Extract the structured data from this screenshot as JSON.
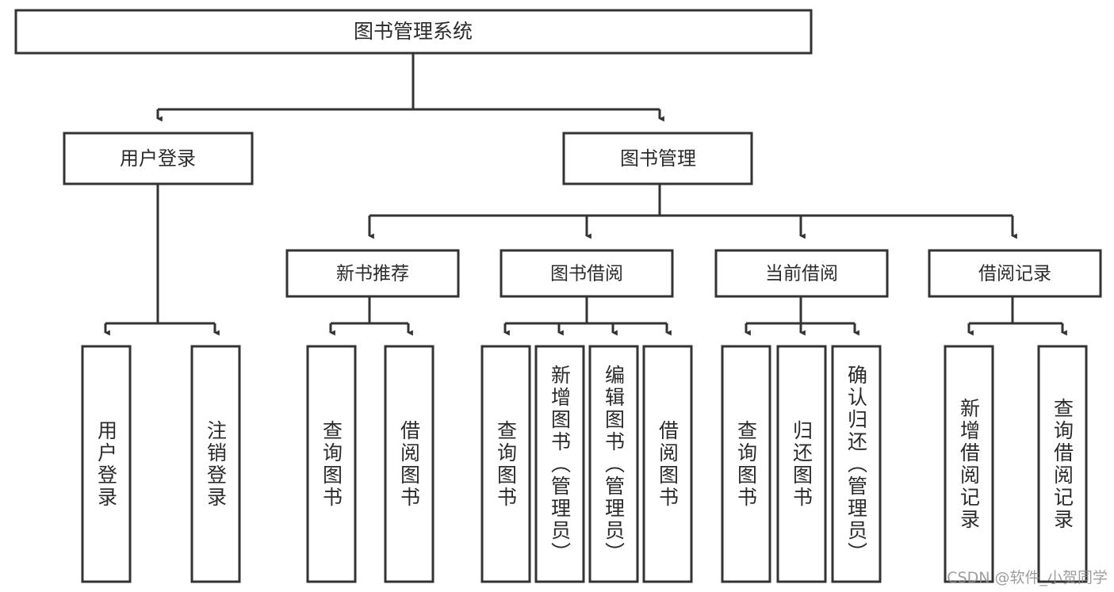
{
  "diagram": {
    "type": "tree",
    "title": "图书管理系统",
    "orientation": "top-down",
    "colors": {
      "stroke": "#333333",
      "fill": "#ffffff",
      "text": "#2b2b2b",
      "watermark": "#8d8d8d"
    },
    "root": {
      "label": "图书管理系统"
    },
    "level2": [
      {
        "label": "用户登录"
      },
      {
        "label": "图书管理"
      }
    ],
    "level3": [
      {
        "label": "新书推荐"
      },
      {
        "label": "图书借阅"
      },
      {
        "label": "当前借阅"
      },
      {
        "label": "借阅记录"
      }
    ],
    "leaves": {
      "user_login": [
        {
          "label": "用户登录"
        },
        {
          "label": "注销登录"
        }
      ],
      "new_book_recommend": [
        {
          "label": "查询图书"
        },
        {
          "label": "借阅图书"
        }
      ],
      "book_borrow": [
        {
          "label": "查询图书"
        },
        {
          "label": "新增图书（管理员）"
        },
        {
          "label": "编辑图书（管理员）"
        },
        {
          "label": "借阅图书"
        }
      ],
      "current_borrow": [
        {
          "label": "查询图书"
        },
        {
          "label": "归还图书"
        },
        {
          "label": "确认归还（管理员）"
        }
      ],
      "borrow_record": [
        {
          "label": "新增借阅记录"
        },
        {
          "label": "查询借阅记录"
        }
      ]
    }
  },
  "watermark": {
    "text": "CSDN @软件_小贺同学"
  }
}
